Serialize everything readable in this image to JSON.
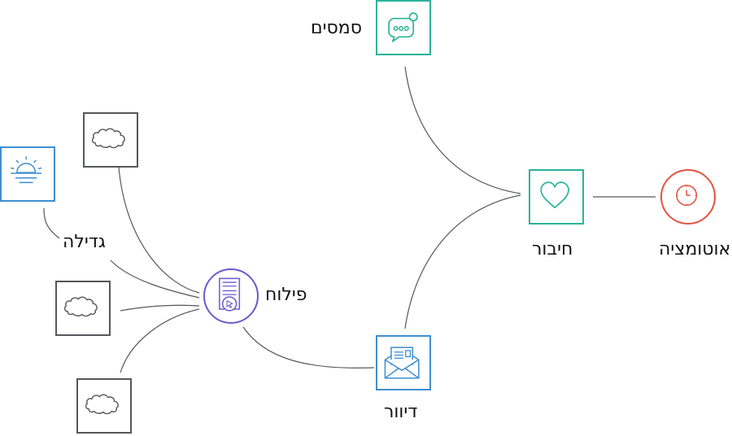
{
  "labels": {
    "automation": "אוטומציה",
    "connection": "חיבור",
    "sms": "סמסים",
    "mail": "דיוור",
    "sending": "פילוח",
    "growth": "גדילה"
  },
  "icons": {
    "automation": "clock-icon",
    "connection": "heart-icon",
    "sms": "chat-bubble-icon",
    "mail": "envelope-icon",
    "sending": "document-cursor-icon",
    "growth": "sunrise-icon",
    "sources": "cloud-icon"
  },
  "colors": {
    "automation": "#e4523f",
    "connection": "#2bb39b",
    "sms": "#2bb39b",
    "mail": "#3d8fd1",
    "sending": "#6a5acd",
    "growth": "#3d8fd1",
    "sources": "#55575c",
    "lines": "#55575c"
  }
}
